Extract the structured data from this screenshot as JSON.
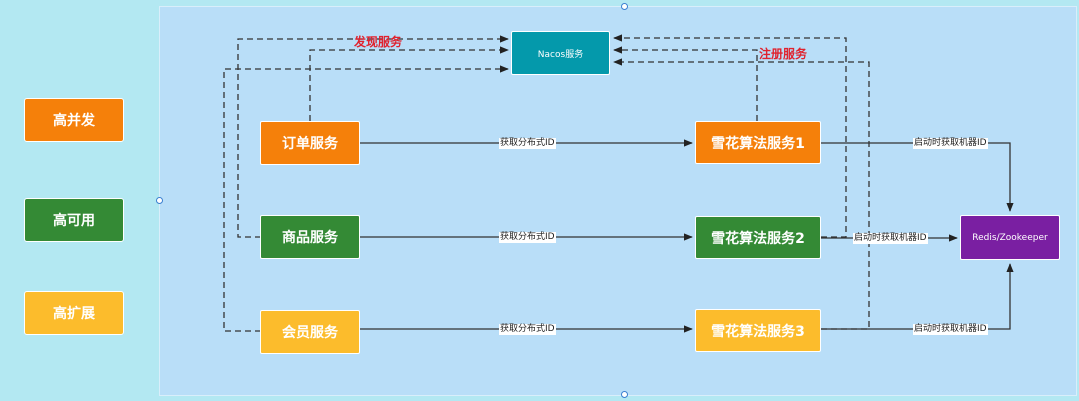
{
  "sidebar": {
    "high_concurrency": "高并发",
    "high_availability": "高可用",
    "high_scalability": "高扩展"
  },
  "nodes": {
    "nacos": "Nacos服务",
    "order": "订单服务",
    "product": "商品服务",
    "member": "会员服务",
    "snow1": "雪花算法服务1",
    "snow2": "雪花算法服务2",
    "snow3": "雪花算法服务3",
    "redis": "Redis/Zookeeper"
  },
  "labels": {
    "discover": "发现服务",
    "register": "注册服务",
    "get_id_1": "获取分布式ID",
    "get_id_2": "获取分布式ID",
    "get_id_3": "获取分布式ID",
    "machine_id_1": "启动时获取机器ID",
    "machine_id_2": "启动时获取机器ID",
    "machine_id_3": "启动时获取机器ID"
  },
  "colors": {
    "orange": "#f5800a",
    "green": "#348a35",
    "yellow": "#fcbc2c",
    "teal": "#0499ab",
    "purple": "#7a1fa2",
    "label_red": "#e0232f"
  }
}
